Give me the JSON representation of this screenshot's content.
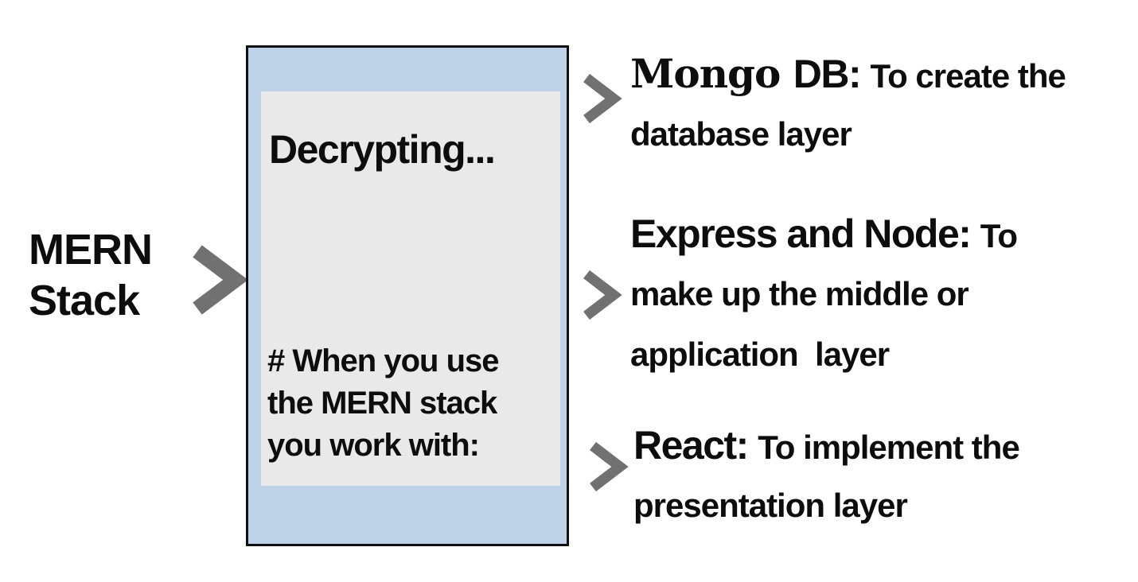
{
  "colors": {
    "background": "#ffffff",
    "box_bg": "#bed3e7",
    "panel_bg": "#e9e9e9",
    "border": "#111111",
    "arrow": "#717171",
    "text": "#0d0d0d"
  },
  "left_label": {
    "lines": [
      "MERN",
      "Stack"
    ]
  },
  "box": {
    "title": "Decrypting...",
    "note_lines": [
      "# When you use",
      "the MERN stack",
      "you work with:"
    ]
  },
  "items": [
    {
      "id": "mongodb",
      "name": "Mongo DB:",
      "description": "To create the database layer",
      "lines": [
        [
          {
            "text": "Mongo ",
            "kind": "name-serif"
          },
          {
            "text": "DB: ",
            "kind": "name"
          },
          {
            "text": "To create the",
            "kind": "desc"
          }
        ],
        [
          {
            "text": "database layer",
            "kind": "desc"
          }
        ]
      ]
    },
    {
      "id": "express-node",
      "name": "Express and Node:",
      "description": "To make up the middle or application  layer",
      "lines": [
        [
          {
            "text": "Express and Node: ",
            "kind": "name"
          },
          {
            "text": "To",
            "kind": "desc"
          }
        ],
        [
          {
            "text": "make up the middle or",
            "kind": "desc"
          }
        ],
        [
          {
            "text": "application  layer",
            "kind": "desc"
          }
        ]
      ]
    },
    {
      "id": "react",
      "name": "React:",
      "description": "To implement the presentation layer",
      "lines": [
        [
          {
            "text": "React: ",
            "kind": "name"
          },
          {
            "text": "To implement the",
            "kind": "desc"
          }
        ],
        [
          {
            "text": "presentation layer",
            "kind": "desc"
          }
        ]
      ]
    }
  ]
}
